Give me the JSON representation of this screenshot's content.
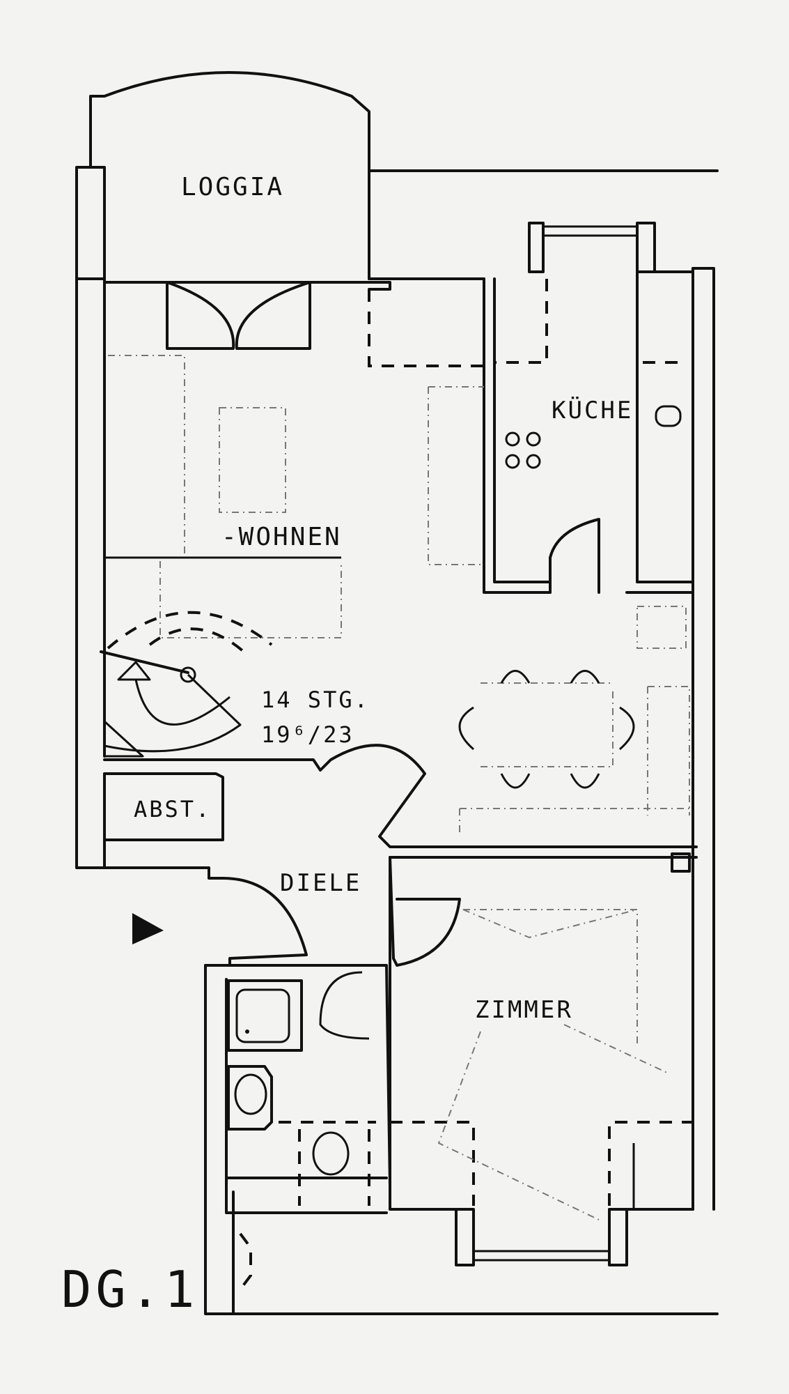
{
  "plan": {
    "unit_label": "DG.1",
    "rooms": {
      "loggia": "LOGGIA",
      "kueche": "KÜCHE",
      "wohnen": "-WOHNEN",
      "abstellraum": "ABST.",
      "diele": "DIELE",
      "zimmer": "ZIMMER"
    },
    "stairs": {
      "line1": "14 STG.",
      "line2": "19⁶/23"
    },
    "entrance_marker": "entrance-arrow",
    "colors": {
      "ink": "#111111",
      "paper": "#f3f3f1"
    }
  }
}
